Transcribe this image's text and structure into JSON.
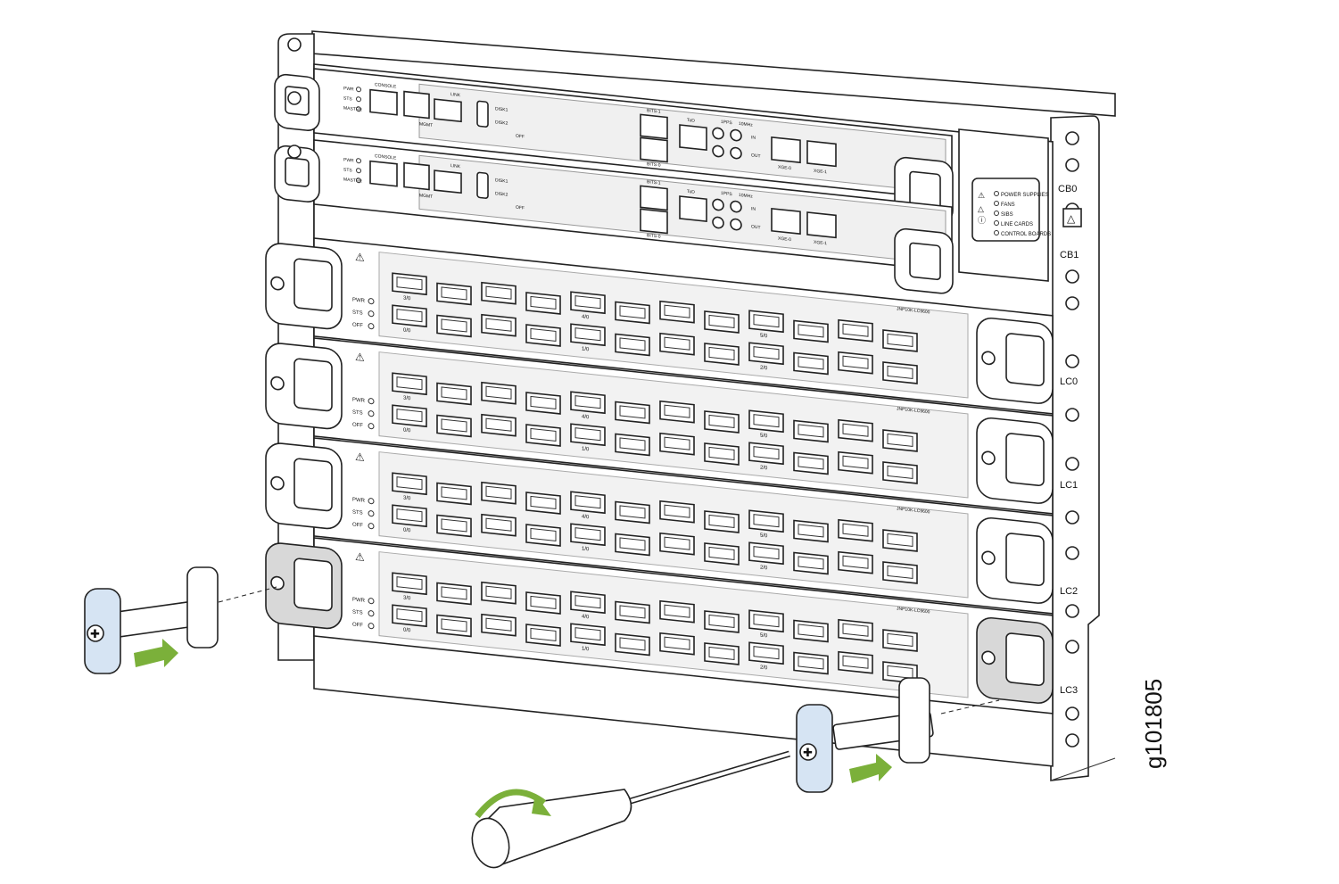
{
  "figure_id": "g101805",
  "rail_labels": {
    "cb0": "CB0",
    "cb1": "CB1",
    "lc0": "LC0",
    "lc1": "LC1",
    "lc2": "LC2",
    "lc3": "LC3"
  },
  "status_panel": [
    "POWER SUPPLIES",
    "FANS",
    "SIBS",
    "LINE CARDS",
    "CONTROL BOARDS"
  ],
  "control_board": {
    "leds": [
      "PWR",
      "STS",
      "MASTER"
    ],
    "console": "CONSOLE",
    "mgmt": "MGMT",
    "link": "LINK",
    "disk1": "DISK1",
    "disk2": "DISK2",
    "off": "OFF",
    "bits": [
      "BITS-1",
      "BITS-0"
    ],
    "tod": "ToD",
    "pps": "1PPS",
    "mhz": "10MHz",
    "in": "IN",
    "out": "OUT",
    "ports": [
      "XGE-0",
      "XGE-1"
    ]
  },
  "line_card": {
    "leds": [
      "PWR",
      "STS",
      "OFF"
    ],
    "top_groups": [
      "3/0",
      "4/0",
      "5/0"
    ],
    "bottom_groups": [
      "0/0",
      "1/0",
      "2/0"
    ],
    "model": "JNP10K-LC9600"
  },
  "colors": {
    "accent_green": "#7bb03a",
    "tool_blue": "#d6e4f3",
    "line": "#222222"
  }
}
